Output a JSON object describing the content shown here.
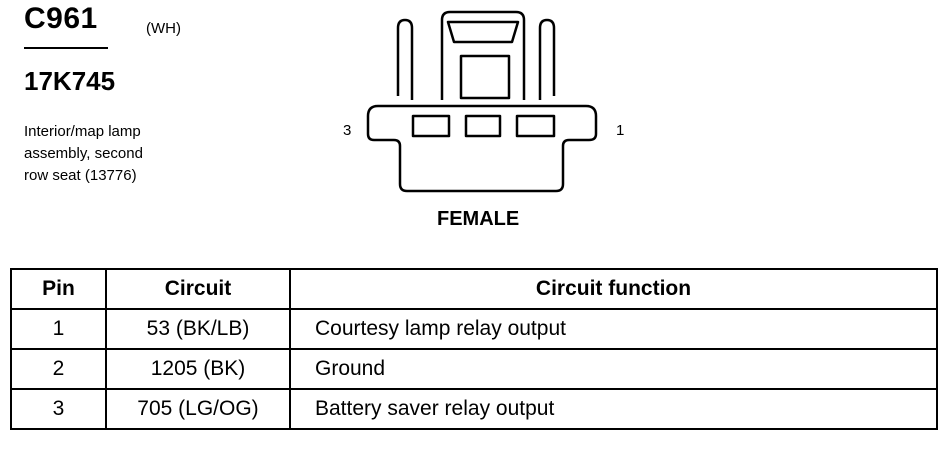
{
  "header": {
    "connector_id": "C961",
    "color_code": "(WH)",
    "part_number": "17K745",
    "description_lines": [
      "Interior/map lamp",
      "assembly, second",
      "row seat (13776)"
    ]
  },
  "connector": {
    "pin_left_label": "3",
    "pin_right_label": "1",
    "gender": "FEMALE"
  },
  "table": {
    "headers": [
      "Pin",
      "Circuit",
      "Circuit function"
    ],
    "rows": [
      {
        "pin": "1",
        "circuit": "53 (BK/LB)",
        "function": "Courtesy lamp relay output"
      },
      {
        "pin": "2",
        "circuit": "1205 (BK)",
        "function": "Ground"
      },
      {
        "pin": "3",
        "circuit": "705 (LG/OG)",
        "function": "Battery saver relay output"
      }
    ]
  }
}
